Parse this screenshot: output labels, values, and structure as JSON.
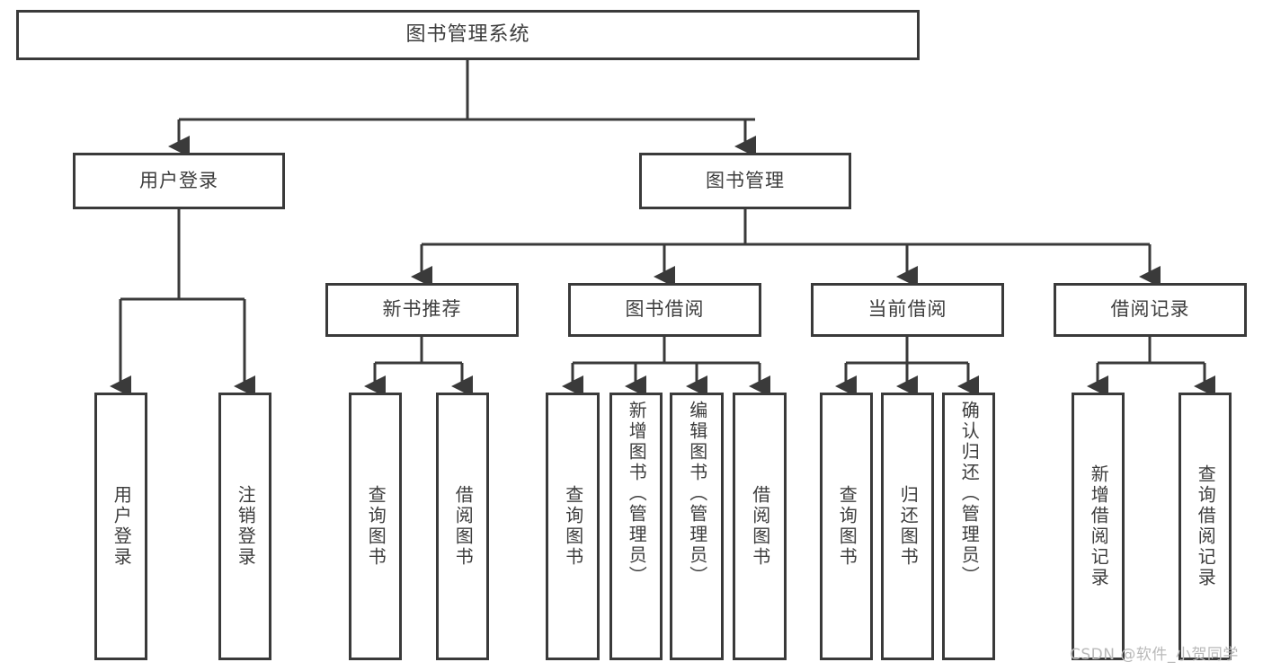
{
  "diagram": {
    "title": "图书管理系统",
    "type": "hierarchy-tree",
    "colors": {
      "stroke": "#3a3a3a",
      "fill": "#ffffff",
      "text": "#3d3d3d",
      "watermark": "#b9b9b9"
    },
    "root": {
      "label": "图书管理系统"
    },
    "level2": [
      {
        "label": "用户登录"
      },
      {
        "label": "图书管理"
      }
    ],
    "level3": [
      {
        "label": "新书推荐"
      },
      {
        "label": "图书借阅"
      },
      {
        "label": "当前借阅"
      },
      {
        "label": "借阅记录"
      }
    ],
    "leaves": {
      "user_login": [
        {
          "label": "用户登录"
        },
        {
          "label": "注销登录"
        }
      ],
      "new_book_recommend": [
        {
          "label": "查询图书"
        },
        {
          "label": "借阅图书"
        }
      ],
      "book_borrow": [
        {
          "label": "查询图书"
        },
        {
          "label": "新增图书（管理员）"
        },
        {
          "label": "编辑图书（管理员）"
        },
        {
          "label": "借阅图书"
        }
      ],
      "current_borrow": [
        {
          "label": "查询图书"
        },
        {
          "label": "归还图书"
        },
        {
          "label": "确认归还（管理员）"
        }
      ],
      "borrow_record": [
        {
          "label": "新增借阅记录"
        },
        {
          "label": "查询借阅记录"
        }
      ]
    },
    "watermark": "CSDN @软件_小贺同学"
  }
}
